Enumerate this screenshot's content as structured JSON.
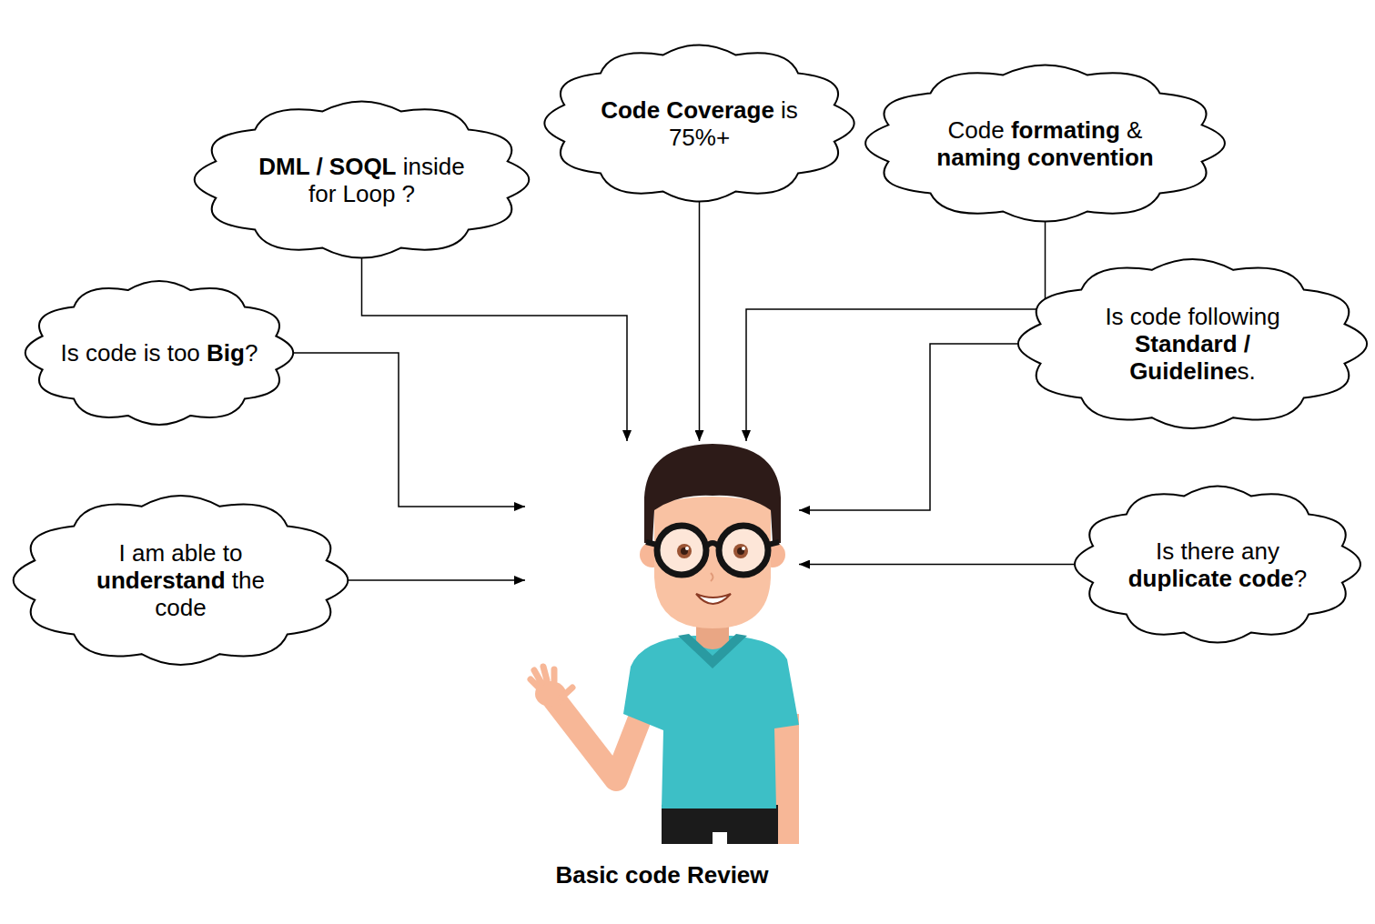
{
  "diagram": {
    "nodes": [
      {
        "text": [
          "DML / SOQL inside for Loop ?"
        ]
      },
      {
        "text": [
          "Code Coverage is 75%+"
        ]
      },
      {
        "text": [
          "Code formating & naming convention"
        ]
      },
      {
        "text": [
          "Is code is too Big?"
        ]
      },
      {
        "text": [
          "Is code following Standard / Guidelines."
        ]
      },
      {
        "text": [
          "I am able to understand the code"
        ]
      },
      {
        "text": [
          "Is there any duplicate code?"
        ]
      },
      {
        "text": [
          "Basic code Review"
        ]
      }
    ],
    "edges": [
      {
        "from": 0,
        "to": 7,
        "arrow": "to"
      },
      {
        "from": 1,
        "to": 7,
        "arrow": "to"
      },
      {
        "from": 2,
        "to": 7,
        "arrow": "to"
      },
      {
        "from": 3,
        "to": 7,
        "arrow": "to"
      },
      {
        "from": 4,
        "to": 7,
        "arrow": "to"
      },
      {
        "from": 5,
        "to": 7,
        "arrow": "to"
      },
      {
        "from": 6,
        "to": 7,
        "arrow": "to"
      }
    ]
  }
}
